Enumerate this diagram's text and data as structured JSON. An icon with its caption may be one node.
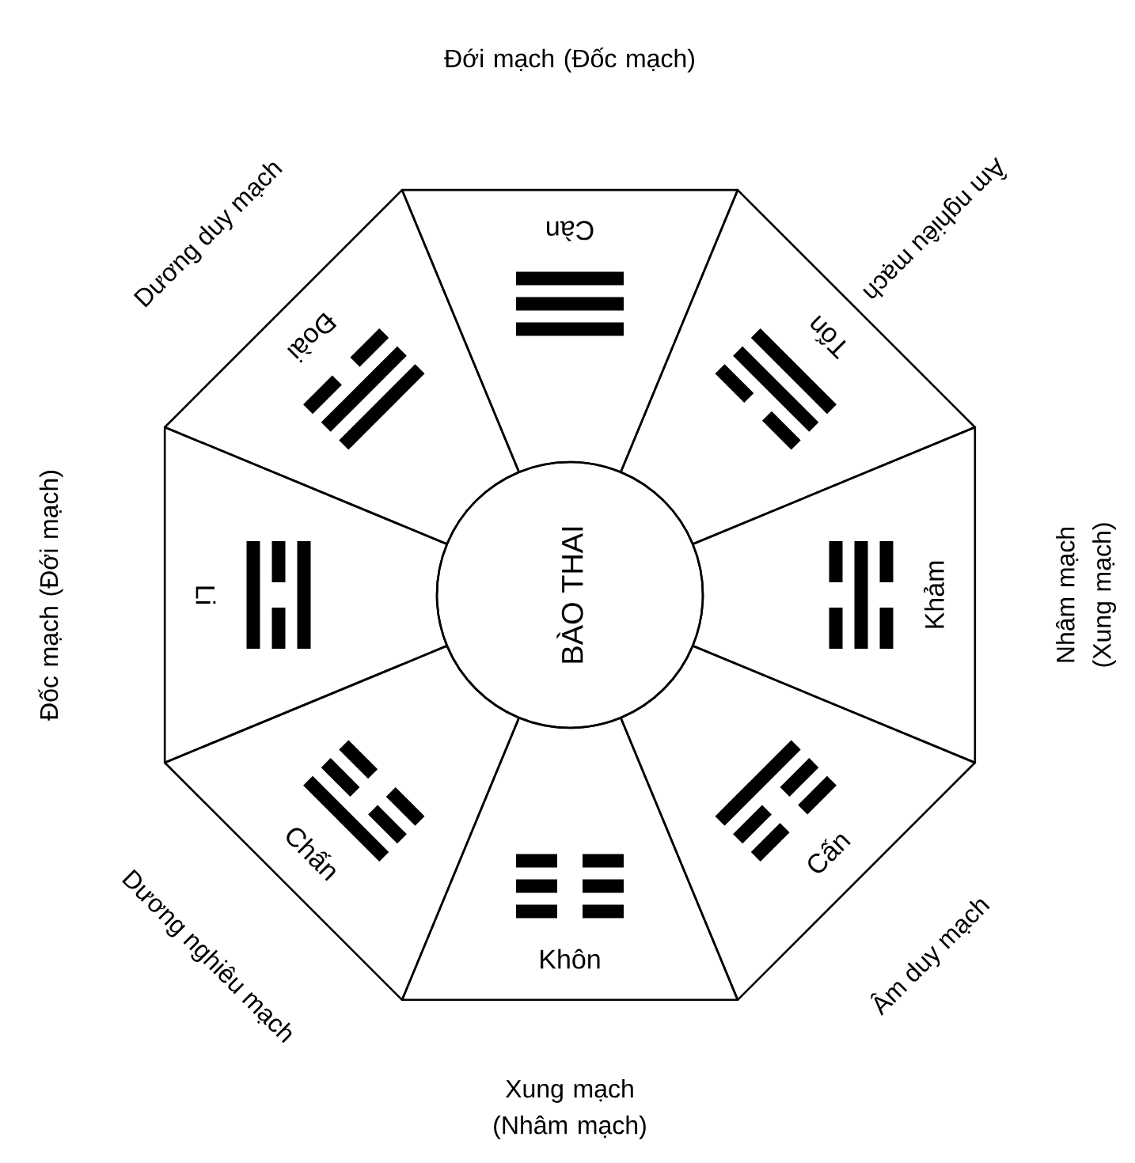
{
  "diagram": {
    "nodes": [
      {
        "text": [
          "Càn"
        ]
      },
      {
        "text": [
          "Đoài"
        ]
      },
      {
        "text": [
          "Tốn"
        ]
      },
      {
        "text": [
          "Li"
        ]
      },
      {
        "text": [
          "BÀO THAI"
        ]
      },
      {
        "text": [
          "Khảm"
        ]
      },
      {
        "text": [
          "Chấn"
        ]
      },
      {
        "text": [
          "Cấn"
        ]
      },
      {
        "text": [
          "Khôn"
        ]
      }
    ],
    "labels": [
      "Đới mạch (Đốc mạch)",
      "Dương duy mạch",
      "Âm nghiêu mạch",
      "Đốc mạch (Đới mạch)",
      "Nhâm mạch (Xung mạch)",
      "Dương nghiêu mạch",
      "Âm duy mạch",
      "Xung mạch (Nhâm mạch)"
    ]
  }
}
